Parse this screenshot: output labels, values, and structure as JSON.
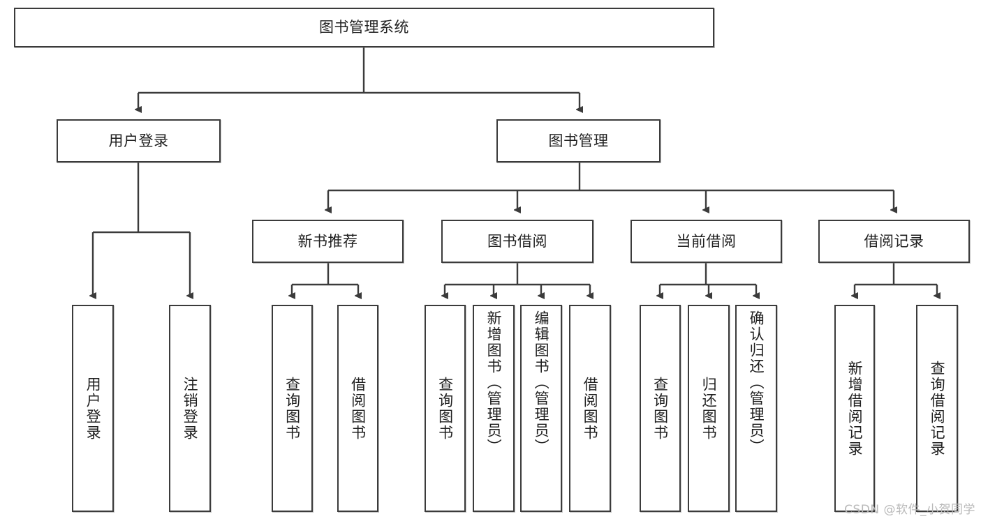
{
  "diagram": {
    "title": "图书管理系统",
    "type": "hierarchy-tree",
    "colors": {
      "box_border": "#3b3b3b",
      "box_fill": "#ffffff",
      "connector": "#3b3b3b",
      "text": "#1f1f1f",
      "watermark": "#b9b9b9",
      "background": "#ffffff"
    },
    "root": {
      "id": "root",
      "label": "图书管理系统",
      "orientation": "horizontal"
    },
    "level2": [
      {
        "id": "user-login",
        "label": "用户登录",
        "orientation": "horizontal"
      },
      {
        "id": "book-management",
        "label": "图书管理",
        "orientation": "horizontal"
      }
    ],
    "level3": [
      {
        "id": "new-book-recommend",
        "label": "新书推荐",
        "orientation": "horizontal"
      },
      {
        "id": "book-borrow",
        "label": "图书借阅",
        "orientation": "horizontal"
      },
      {
        "id": "current-borrow",
        "label": "当前借阅",
        "orientation": "horizontal"
      },
      {
        "id": "borrow-record",
        "label": "借阅记录",
        "orientation": "horizontal"
      }
    ],
    "leaves": [
      {
        "id": "leaf-user-login",
        "label": "用户登录",
        "parent": "user-login"
      },
      {
        "id": "leaf-logout",
        "label": "注销登录",
        "parent": "user-login"
      },
      {
        "id": "leaf-query-book-1",
        "label": "查询图书",
        "parent": "new-book-recommend"
      },
      {
        "id": "leaf-borrow-book-1",
        "label": "借阅图书",
        "parent": "new-book-recommend"
      },
      {
        "id": "leaf-query-book-2",
        "label": "查询图书",
        "parent": "book-borrow"
      },
      {
        "id": "leaf-add-book",
        "label": "新增图书（管理员）",
        "parent": "book-borrow"
      },
      {
        "id": "leaf-edit-book",
        "label": "编辑图书（管理员）",
        "parent": "book-borrow"
      },
      {
        "id": "leaf-borrow-book-2",
        "label": "借阅图书",
        "parent": "book-borrow"
      },
      {
        "id": "leaf-query-book-3",
        "label": "查询图书",
        "parent": "current-borrow"
      },
      {
        "id": "leaf-return-book",
        "label": "归还图书",
        "parent": "current-borrow"
      },
      {
        "id": "leaf-confirm-return",
        "label": "确认归还（管理员）",
        "parent": "current-borrow"
      },
      {
        "id": "leaf-add-record",
        "label": "新增借阅记录",
        "parent": "borrow-record"
      },
      {
        "id": "leaf-query-record",
        "label": "查询借阅记录",
        "parent": "borrow-record"
      }
    ]
  },
  "watermark": {
    "text": "CSDN @软件_小贺同学"
  }
}
